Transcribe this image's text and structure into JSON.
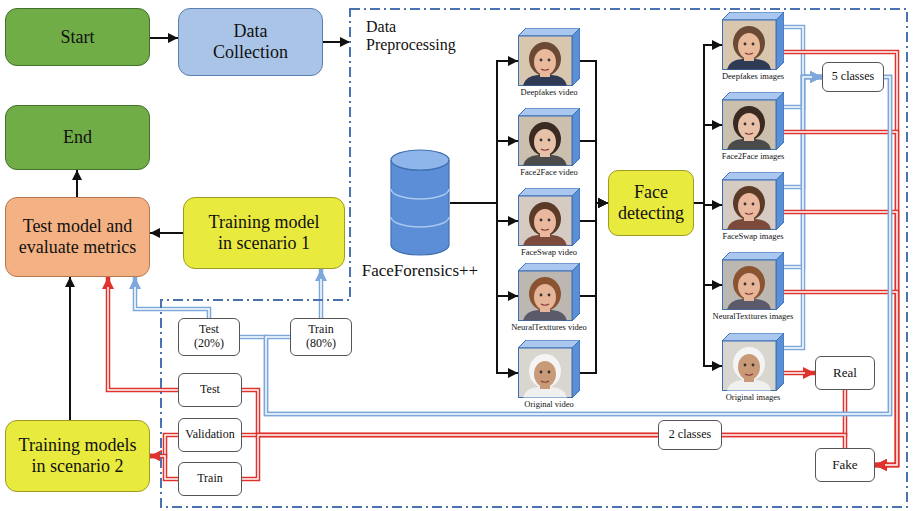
{
  "diagram": {
    "nodes": [
      {
        "text": [
          "Start"
        ]
      },
      {
        "text": [
          "Data Collection"
        ]
      },
      {
        "text": [
          "End"
        ]
      },
      {
        "text": [
          "Test model and evaluate metrics"
        ]
      },
      {
        "text": [
          "Training model in scenario 1"
        ]
      },
      {
        "text": [
          "Data Preprocessing"
        ]
      },
      {
        "text": [
          "FaceForensics++"
        ],
        "in": 5
      },
      {
        "text": [
          "Deepfakes video"
        ],
        "in": 5
      },
      {
        "text": [
          "Face2Face video"
        ],
        "in": 5
      },
      {
        "text": [
          "FaceSwap video"
        ],
        "in": 5
      },
      {
        "text": [
          "NeuralTexttures video"
        ],
        "in": 5
      },
      {
        "text": [
          "Original video"
        ],
        "in": 5
      },
      {
        "text": [
          "Face detecting"
        ],
        "in": 5
      },
      {
        "text": [
          "Deepfakes images"
        ],
        "in": 5
      },
      {
        "text": [
          "Face2Face images"
        ],
        "in": 5
      },
      {
        "text": [
          "FaceSwap images"
        ],
        "in": 5
      },
      {
        "text": [
          "NeuralTexttures images"
        ],
        "in": 5
      },
      {
        "text": [
          "Original images"
        ],
        "in": 5
      },
      {
        "text": [
          "5 classes"
        ],
        "in": 5
      },
      {
        "text": [
          "Real"
        ],
        "in": 5
      },
      {
        "text": [
          "Fake"
        ],
        "in": 5
      },
      {
        "text": [
          "2 classes"
        ],
        "in": 5
      },
      {
        "text": [
          "Test (20%)"
        ],
        "in": 5
      },
      {
        "text": [
          "Train (80%)"
        ],
        "in": 5
      },
      {
        "text": [
          "Test"
        ],
        "in": 5
      },
      {
        "text": [
          "Validation"
        ],
        "in": 5
      },
      {
        "text": [
          "Train"
        ],
        "in": 5
      },
      {
        "text": [
          "Training models in scenario 2"
        ]
      }
    ],
    "edges": [
      {
        "from": 0,
        "to": 1,
        "arrow": "to"
      },
      {
        "from": 1,
        "to": 5,
        "arrow": "to"
      },
      {
        "from": 6,
        "to": 7,
        "arrow": "to"
      },
      {
        "from": 6,
        "to": 8,
        "arrow": "to"
      },
      {
        "from": 6,
        "to": 9,
        "arrow": "to"
      },
      {
        "from": 6,
        "to": 10,
        "arrow": "to"
      },
      {
        "from": 6,
        "to": 11,
        "arrow": "to"
      },
      {
        "from": 7,
        "to": 12,
        "arrow": "to"
      },
      {
        "from": 8,
        "to": 12,
        "arrow": "to"
      },
      {
        "from": 9,
        "to": 12,
        "arrow": "to"
      },
      {
        "from": 10,
        "to": 12,
        "arrow": "to"
      },
      {
        "from": 11,
        "to": 12,
        "arrow": "to"
      },
      {
        "from": 12,
        "to": 13,
        "arrow": "to"
      },
      {
        "from": 12,
        "to": 14,
        "arrow": "to"
      },
      {
        "from": 12,
        "to": 15,
        "arrow": "to"
      },
      {
        "from": 12,
        "to": 16,
        "arrow": "to"
      },
      {
        "from": 12,
        "to": 17,
        "arrow": "to"
      },
      {
        "from": 13,
        "to": 18,
        "arrow": "to"
      },
      {
        "from": 14,
        "to": 18,
        "arrow": "to"
      },
      {
        "from": 15,
        "to": 18,
        "arrow": "to"
      },
      {
        "from": 16,
        "to": 18,
        "arrow": "to"
      },
      {
        "from": 17,
        "to": 18,
        "arrow": "to"
      },
      {
        "from": 13,
        "to": 20,
        "arrow": "to"
      },
      {
        "from": 14,
        "to": 20,
        "arrow": "to"
      },
      {
        "from": 15,
        "to": 20,
        "arrow": "to"
      },
      {
        "from": 16,
        "to": 20,
        "arrow": "to"
      },
      {
        "from": 17,
        "to": 19,
        "arrow": "to"
      },
      {
        "from": 19,
        "to": 21,
        "arrow": "to"
      },
      {
        "from": 20,
        "to": 21,
        "arrow": "to"
      },
      {
        "from": 21,
        "to": 24,
        "arrow": "none"
      },
      {
        "from": 21,
        "to": 25,
        "arrow": "none"
      },
      {
        "from": 21,
        "to": 26,
        "arrow": "none"
      },
      {
        "from": 18,
        "to": 22,
        "arrow": "none"
      },
      {
        "from": 18,
        "to": 23,
        "arrow": "none"
      },
      {
        "from": 22,
        "to": 3,
        "arrow": "to"
      },
      {
        "from": 23,
        "to": 4,
        "arrow": "to"
      },
      {
        "from": 4,
        "to": 3,
        "arrow": "to"
      },
      {
        "from": 3,
        "to": 2,
        "arrow": "to"
      },
      {
        "from": 27,
        "to": 3,
        "arrow": "to"
      },
      {
        "from": 24,
        "to": 3,
        "arrow": "to"
      },
      {
        "from": 25,
        "to": 27,
        "arrow": "to"
      },
      {
        "from": 26,
        "to": 27,
        "arrow": "to"
      }
    ]
  }
}
